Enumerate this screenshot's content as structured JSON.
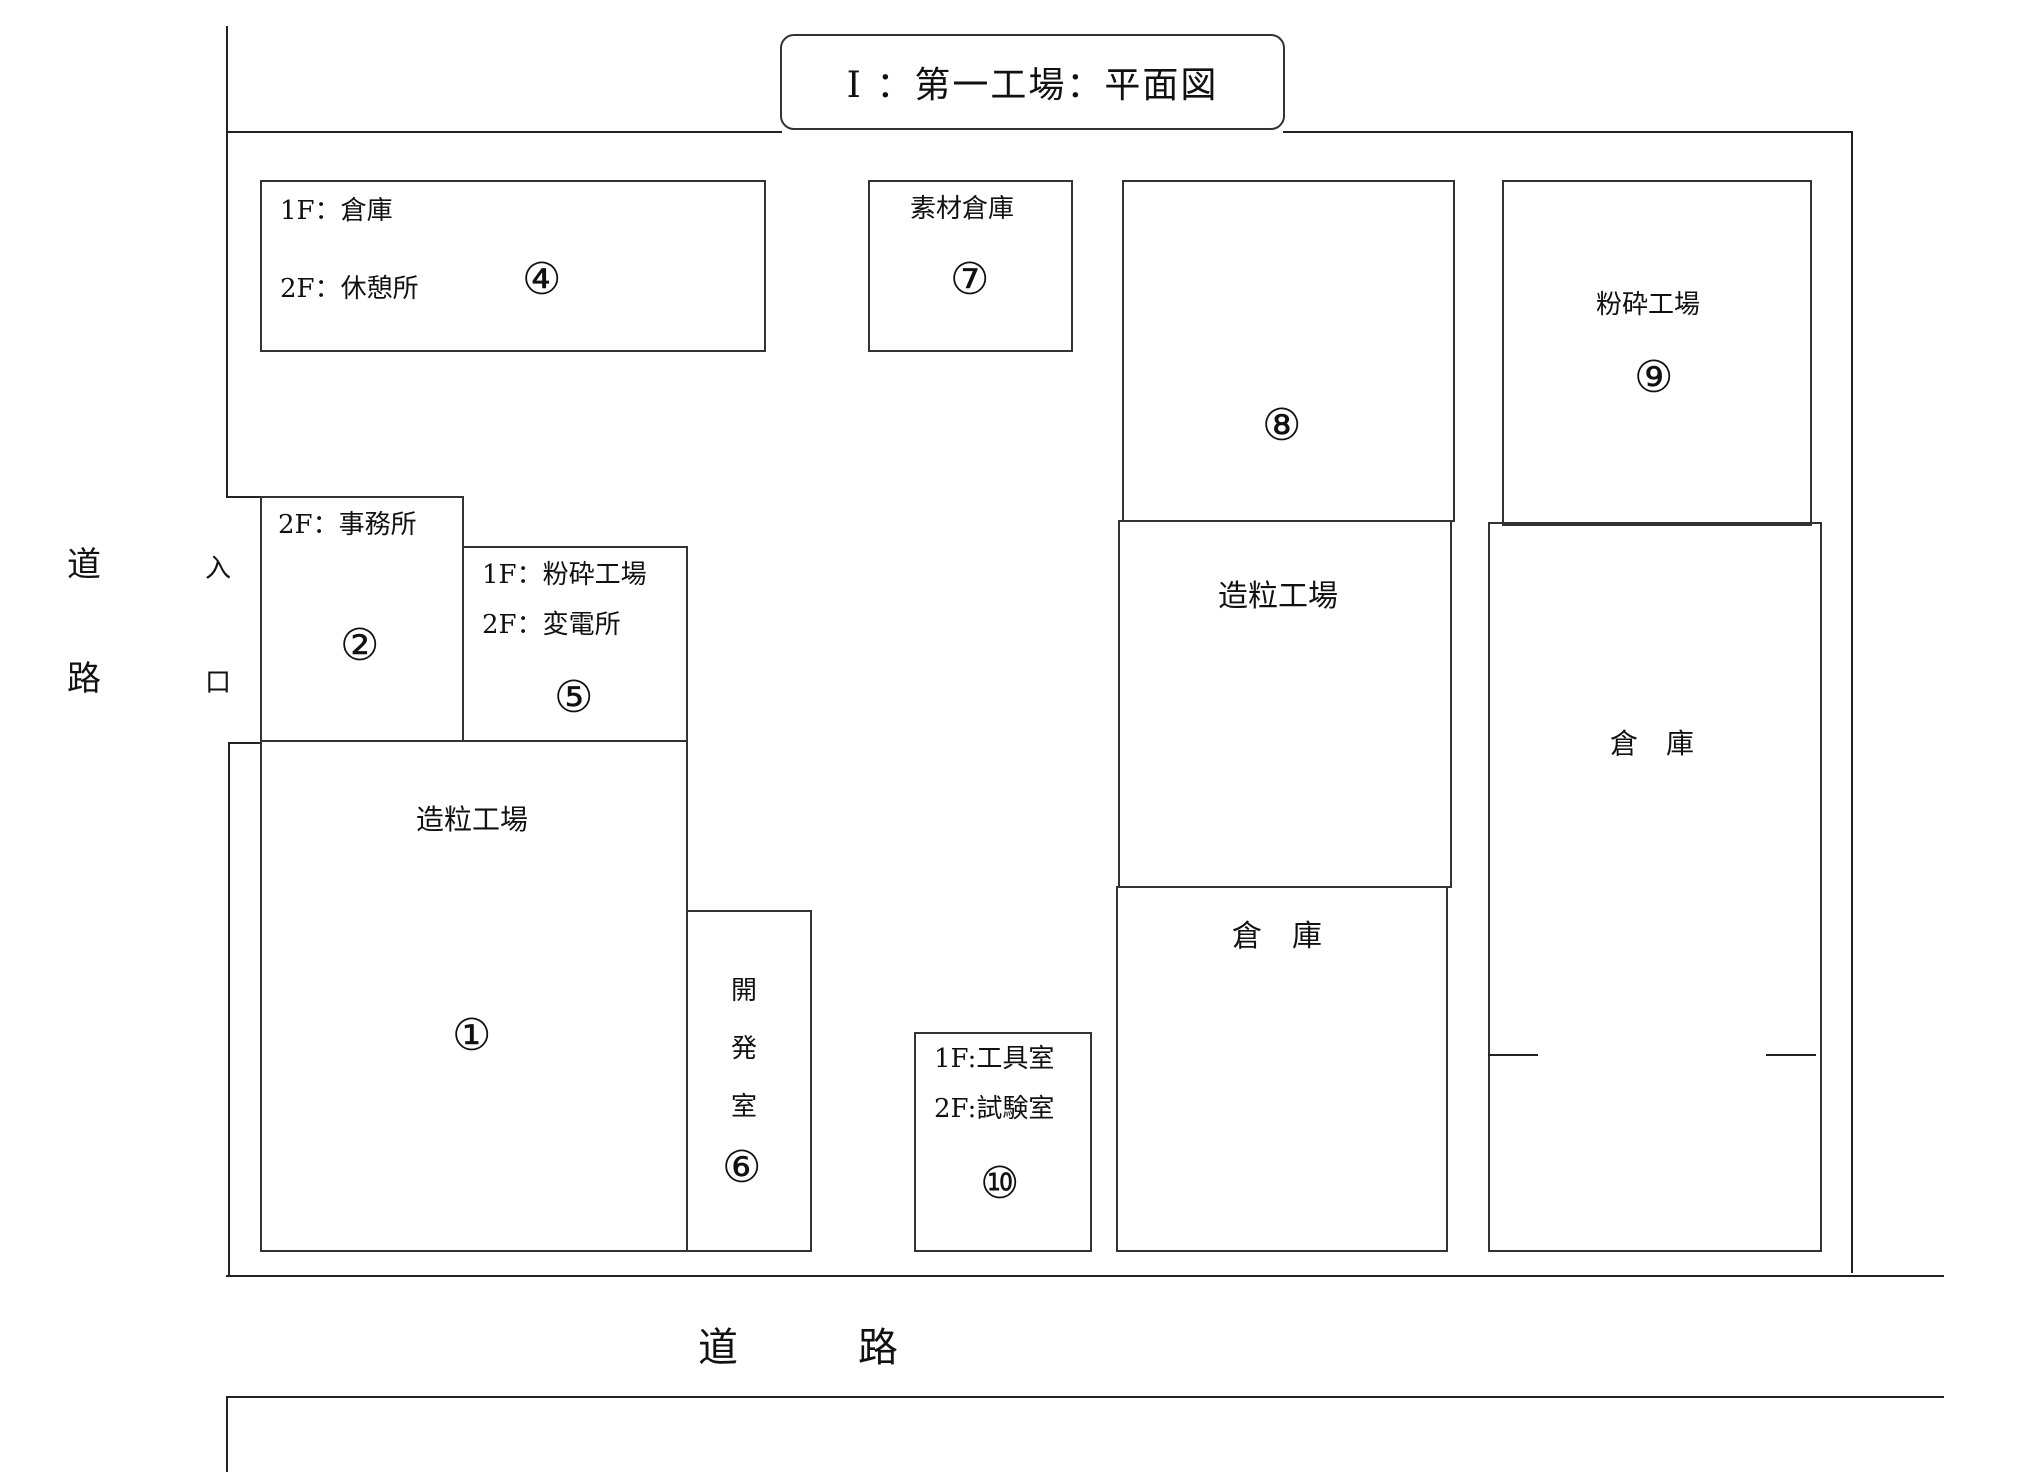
{
  "title": "Ⅰ ：第一工場：平面図",
  "road_left": [
    "道",
    "路"
  ],
  "entrance": [
    "入",
    "口"
  ],
  "road_bottom": "道　　　路",
  "buildings": {
    "b1": {
      "label": "造粒工場",
      "num": "①"
    },
    "b2": {
      "line1": "2F：事務所",
      "num": "②"
    },
    "b4": {
      "line1": "1F：倉庫",
      "line2": "2F：休憩所",
      "num": "④"
    },
    "b5": {
      "line1": "1F：粉砕工場",
      "line2": "2F：変電所",
      "num": "⑤"
    },
    "b6": {
      "chars": [
        "開",
        "発",
        "室"
      ],
      "num": "⑥"
    },
    "b7": {
      "label": "素材倉庫",
      "num": "⑦"
    },
    "b8": {
      "num": "⑧",
      "mid_label": "造粒工場",
      "low_label": "倉　庫"
    },
    "b9": {
      "label": "粉砕工場",
      "num": "⑨",
      "low_label": "倉　庫"
    },
    "b10": {
      "line1": "1F:工具室",
      "line2": "2F:試験室",
      "num": "⑩"
    }
  }
}
